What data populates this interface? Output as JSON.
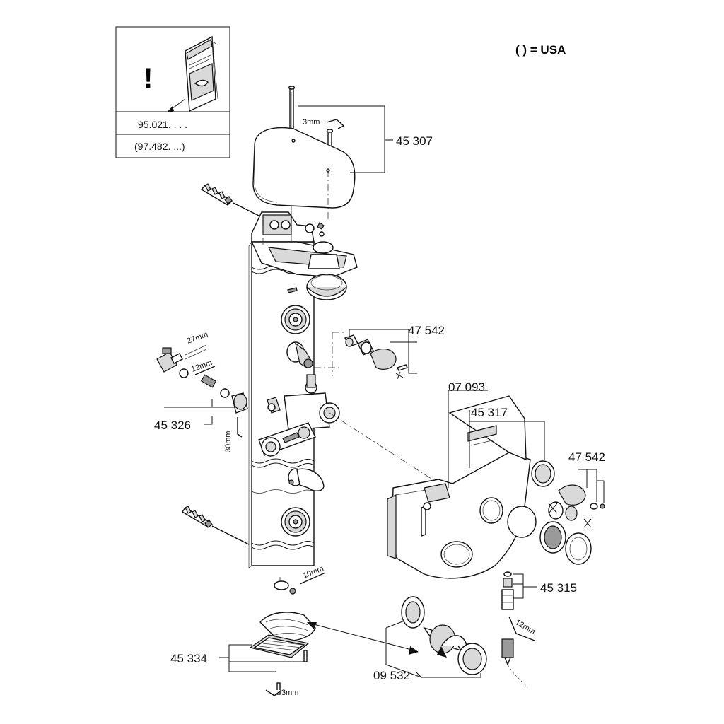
{
  "legend": "( ) = USA",
  "info_box": {
    "mark": "!",
    "row1": "95.021. . . .",
    "row2": "(97.482. ...)"
  },
  "part_numbers": {
    "p45307": "45 307",
    "p47542a": "47 542",
    "p07093": "07 093",
    "p45317": "45 317",
    "p47542b": "47 542",
    "p45326": "45 326",
    "p45315": "45 315",
    "p45334": "45 334",
    "p09532": "09 532"
  },
  "tool_sizes": {
    "t3mm_top": "3mm",
    "t27mm": "27mm",
    "t12mm_left": "12mm",
    "t30mm": "30mm",
    "t10mm": "10mm",
    "t12mm_right": "12mm",
    "t3mm_bottom": "3mm"
  }
}
